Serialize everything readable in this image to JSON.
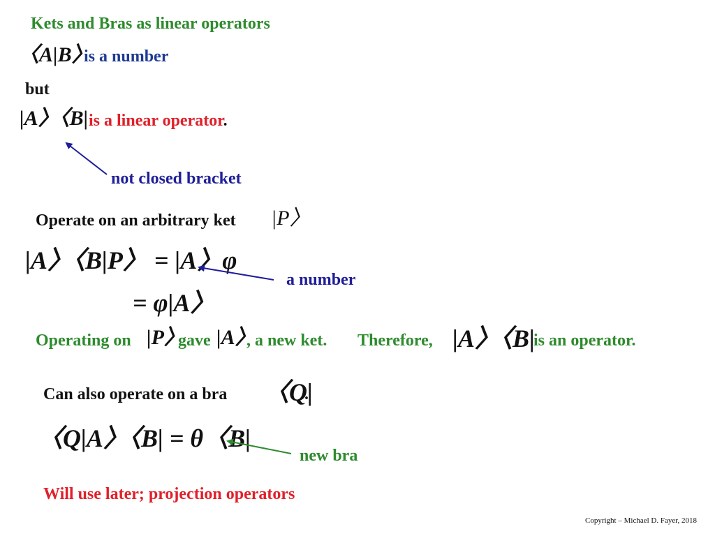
{
  "slide": {
    "title": "Kets and Bras as linear operators",
    "line1": {
      "math": "〈A|B〉",
      "text": "is a number"
    },
    "but": "but",
    "line2": {
      "math": "|A〉〈B|",
      "text": "is a linear operator",
      "period": "."
    },
    "note_not_closed": "not closed bracket",
    "operate_text": "Operate on an arbitrary ket",
    "operate_ket": "|P〉",
    "eq1": "|A〉〈B|P〉 = |A〉φ",
    "eq2": "= φ|A〉",
    "note_number": "a number",
    "operating": {
      "prefix": "Operating on",
      "ket_p": "|P〉",
      "gave": "gave",
      "ket_a": "|A〉",
      "new_ket": ", a new ket.",
      "therefore": "Therefore,",
      "operator": "|A〉〈B|",
      "suffix": "is an operator."
    },
    "bra_text": "Can also operate on a bra",
    "bra_q": "〈Q|",
    "bra_period": ".",
    "eq3": "〈Q|A〉〈B| = θ〈B|",
    "note_new_bra": "new bra",
    "footer_red": "Will use later; projection operators",
    "copyright": "Copyright – Michael D. Fayer, 2018"
  },
  "colors": {
    "green": "#2e8b2e",
    "blue": "#1f1f99",
    "red": "#e0202a",
    "black": "#111111"
  }
}
